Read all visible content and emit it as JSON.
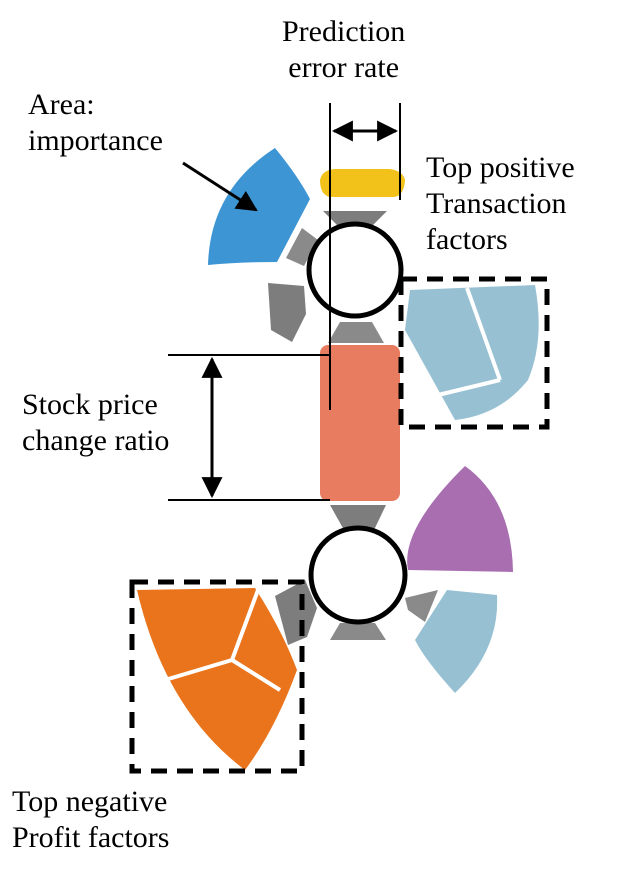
{
  "labels": {
    "prediction_error_rate": [
      "Prediction",
      "error rate"
    ],
    "area_importance": [
      "Area:",
      "importance"
    ],
    "top_positive": [
      "Top positive",
      "Transaction",
      "factors"
    ],
    "stock_price_change": [
      "Stock price",
      "change ratio"
    ],
    "top_negative": [
      "Top negative",
      "Profit factors"
    ]
  },
  "colors": {
    "blue": "#3d95d3",
    "yellow": "#f2c21a",
    "light_blue": "#97c1d3",
    "salmon": "#e87c61",
    "purple": "#a86eb0",
    "orange": "#e9741c",
    "gray": "#7d7d7d",
    "black": "#000000"
  }
}
